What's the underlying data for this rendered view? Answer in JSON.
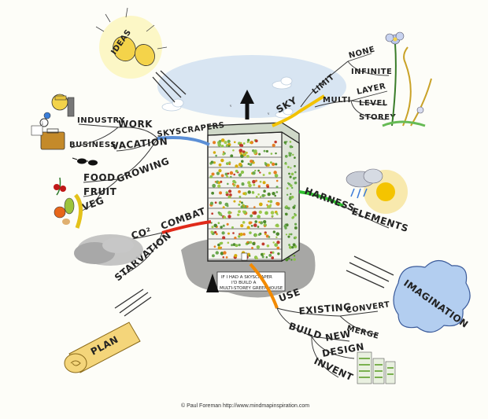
{
  "center": {
    "caption_line1": "IF I HAD A SKYSCRAPER",
    "caption_line2": "I'D BUILD A",
    "caption_line3": "MULTI-STOREY GREENHOUSE"
  },
  "branches": {
    "skyscrapers": {
      "label": "SKYSCRAPERS",
      "work": "WORK",
      "industry": "INDUSTRY",
      "business": "BUSINESS",
      "vacation": "VACATION",
      "growing": "GROWING",
      "food": "FOOD",
      "fruit": "FRUIT",
      "veg": "VEG"
    },
    "sky": {
      "label": "SKY",
      "limit": "LIMIT",
      "none": "NONE",
      "infinite": "INFINITE",
      "multi": "MULTI",
      "layer": "LAYER",
      "level": "LEVEL",
      "storey": "STOREY"
    },
    "harness": {
      "label": "HARNESS",
      "elements": "ELEMENTS"
    },
    "combat": {
      "label": "COMBAT",
      "co2": "CO²",
      "starvation": "STARVATION"
    },
    "use": {
      "label": "USE",
      "existing": "EXISTING",
      "convert": "CONVERT",
      "merge": "MERGE",
      "build": "BUILD",
      "new": "NEW",
      "design": "DESIGN",
      "invent": "INVENT"
    }
  },
  "ideas": "IDEAS",
  "plan": "PLAN",
  "imagination": "IMAGINATION",
  "credit": "© Paul Foreman http://www.mindmapinspiration.com",
  "colors": {
    "sky_branch": "#f2c200",
    "skyscrapers_branch": "#5b8fd6",
    "harness_branch": "#2fbf2f",
    "combat_branch": "#e02a1a",
    "use_branch": "#f28a00",
    "cloud": "#d9e6f4",
    "building_green": "#6aa84f"
  }
}
